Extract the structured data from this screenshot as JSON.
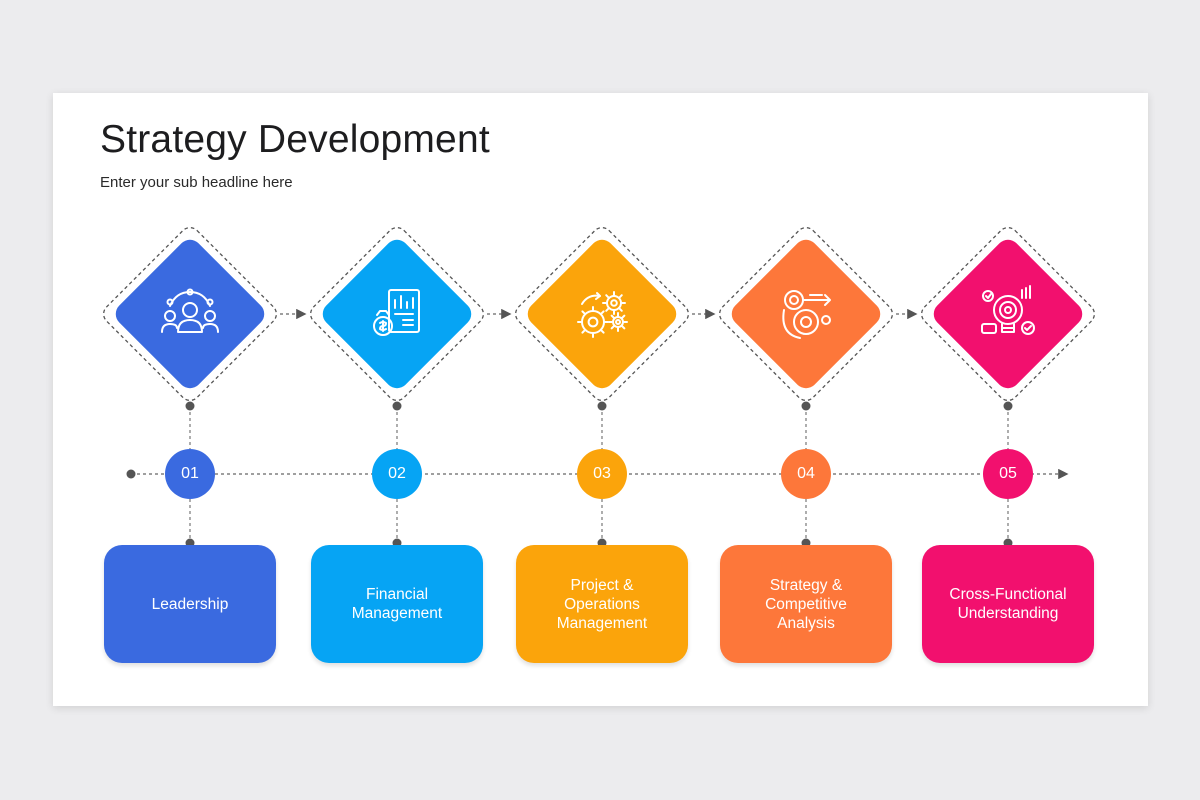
{
  "header": {
    "title": "Strategy Development",
    "subtitle": "Enter your sub headline here"
  },
  "steps": [
    {
      "number": "01",
      "label": "Leadership",
      "color": "#3a6ae0",
      "icon": "leadership-team-icon"
    },
    {
      "number": "02",
      "label": "Financial Management",
      "color": "#06a4f4",
      "icon": "financial-report-icon"
    },
    {
      "number": "03",
      "label": "Project & Operations Management",
      "color": "#fba40b",
      "icon": "gears-icon"
    },
    {
      "number": "04",
      "label": "Strategy & Competitive Analysis",
      "color": "#fd773a",
      "icon": "strategy-gear-icon"
    },
    {
      "number": "05",
      "label": "Cross-Functional Understanding",
      "color": "#f2106e",
      "icon": "idea-bulb-icon"
    }
  ]
}
